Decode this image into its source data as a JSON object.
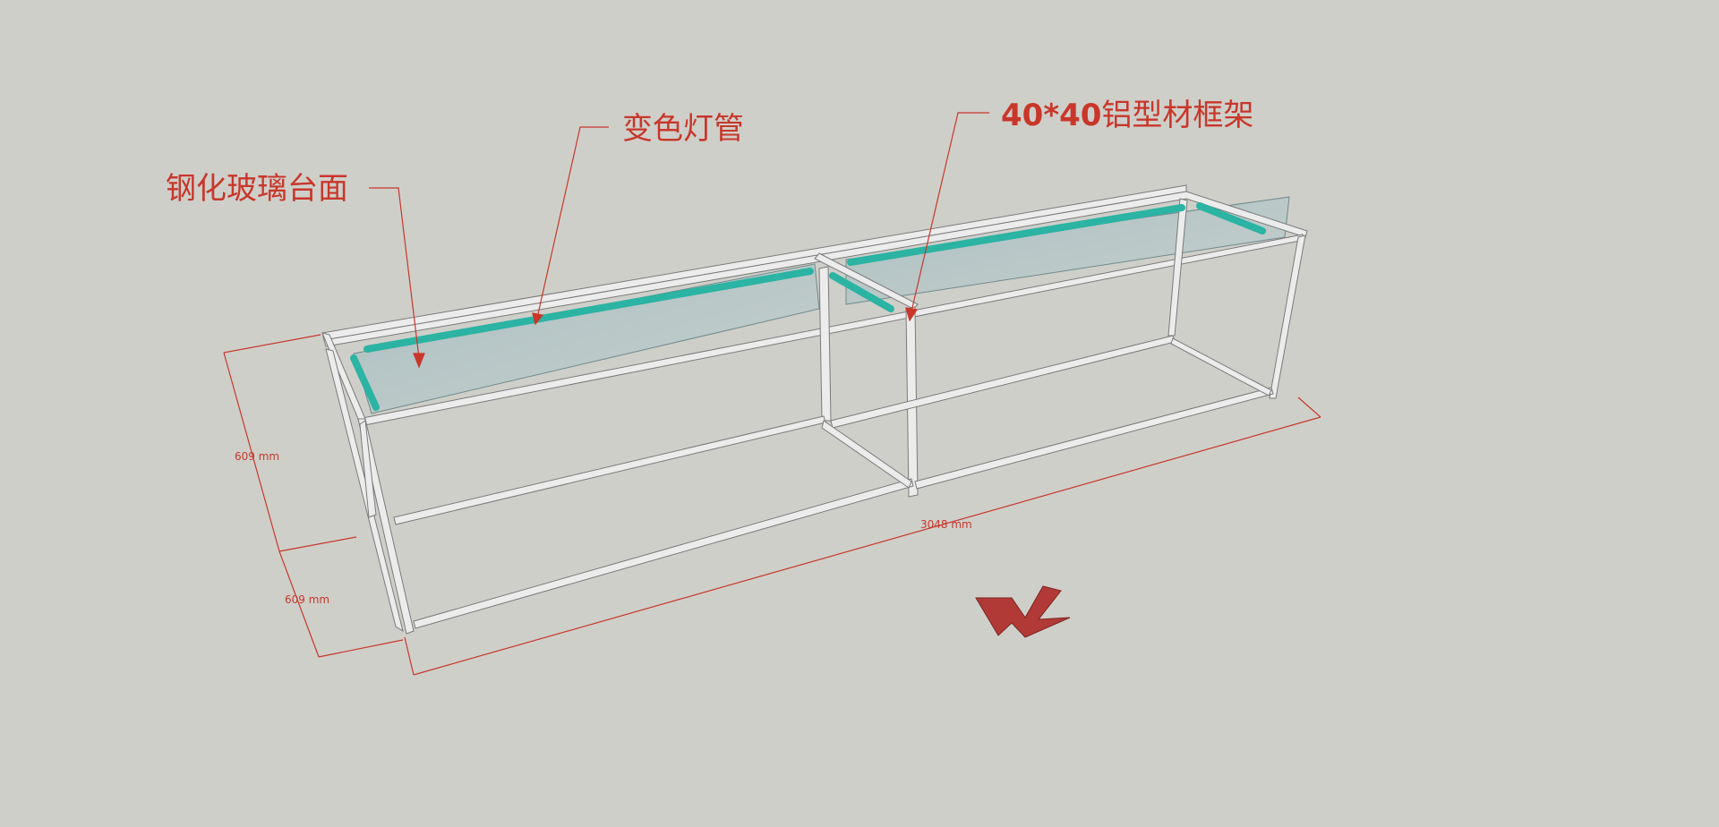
{
  "diagram": {
    "callouts": {
      "glass_top": "钢化玻璃台面",
      "led_tube": "变色灯管",
      "frame_bold": "40*40",
      "frame_rest": "铝型材框架"
    },
    "dimensions": {
      "height_label": "609 mm",
      "depth_label": "609 mm",
      "length_label": "3048 mm"
    },
    "colors": {
      "annotation": "#c8372a",
      "led": "#2bb3a3",
      "frame": "#e9e9e9",
      "glass": "#a9c2c4",
      "background": "#cfcfca"
    },
    "icons": [
      "axis-k-icon"
    ]
  }
}
